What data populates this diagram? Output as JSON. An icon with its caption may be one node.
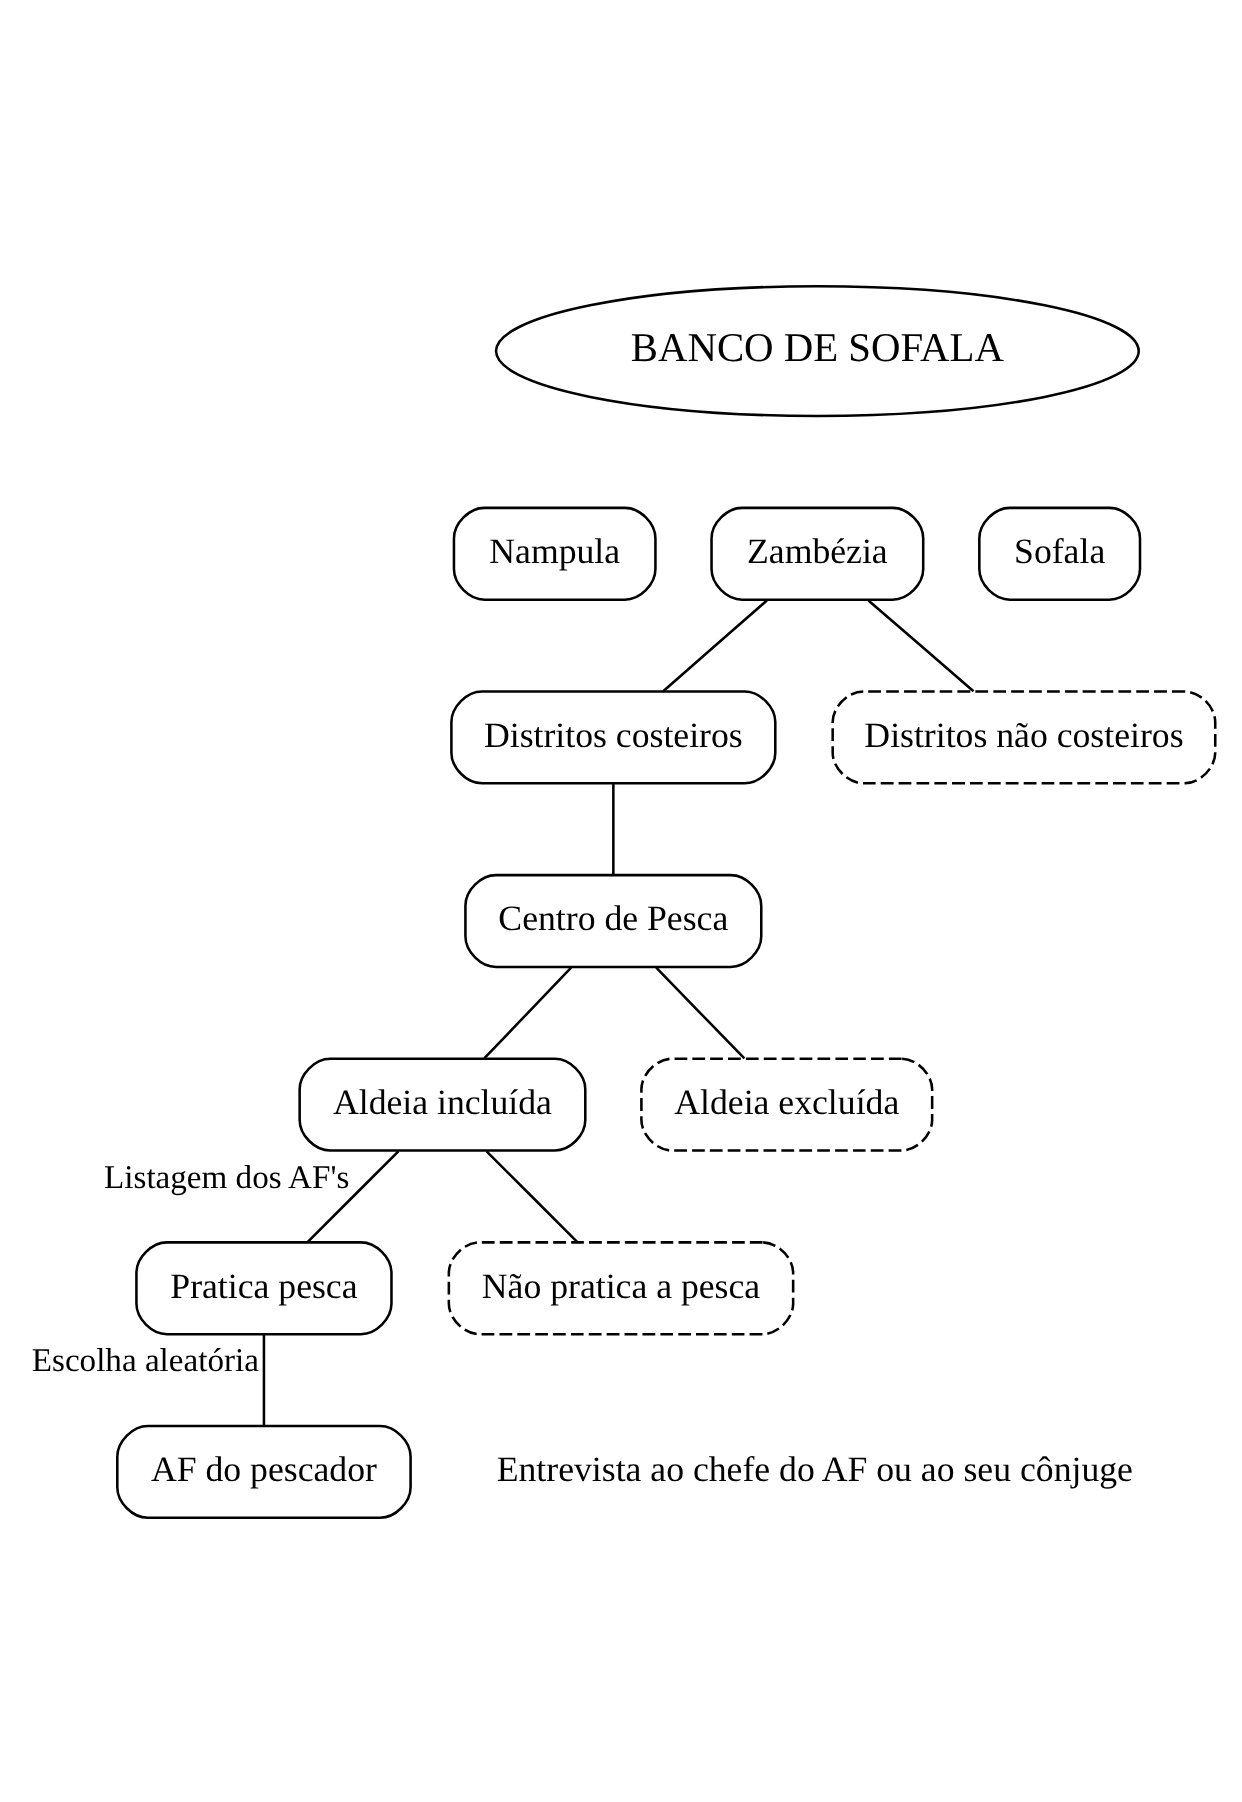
{
  "diagram": {
    "nodes": [
      {
        "text": [
          "BANCO DE SOFALA"
        ]
      },
      {
        "text": [
          "Nampula"
        ]
      },
      {
        "text": [
          "Zambézia"
        ]
      },
      {
        "text": [
          "Sofala"
        ]
      },
      {
        "text": [
          "Distritos costeiros"
        ]
      },
      {
        "text": [
          "Distritos não costeiros"
        ]
      },
      {
        "text": [
          "Centro de Pesca"
        ]
      },
      {
        "text": [
          "Aldeia incluída"
        ]
      },
      {
        "text": [
          "Aldeia excluída"
        ]
      },
      {
        "text": [
          "Pratica pesca"
        ]
      },
      {
        "text": [
          "Não pratica a pesca"
        ]
      },
      {
        "text": [
          "AF do pescador"
        ],
        "beside": [
          "Entrevista ao chefe do AF ou ao seu cônjuge"
        ]
      }
    ],
    "edges": [
      {
        "from": 2,
        "to": 4,
        "arrow": "none"
      },
      {
        "from": 2,
        "to": 5,
        "arrow": "none"
      },
      {
        "from": 4,
        "to": 6,
        "arrow": "none"
      },
      {
        "from": 6,
        "to": 7,
        "arrow": "none"
      },
      {
        "from": 6,
        "to": 8,
        "arrow": "none"
      },
      {
        "from": 7,
        "to": 9,
        "arrow": "none",
        "label": "Listagem dos AF's"
      },
      {
        "from": 7,
        "to": 10,
        "arrow": "none"
      },
      {
        "from": 9,
        "to": 11,
        "arrow": "none",
        "label": "Escolha aleatória"
      }
    ]
  }
}
